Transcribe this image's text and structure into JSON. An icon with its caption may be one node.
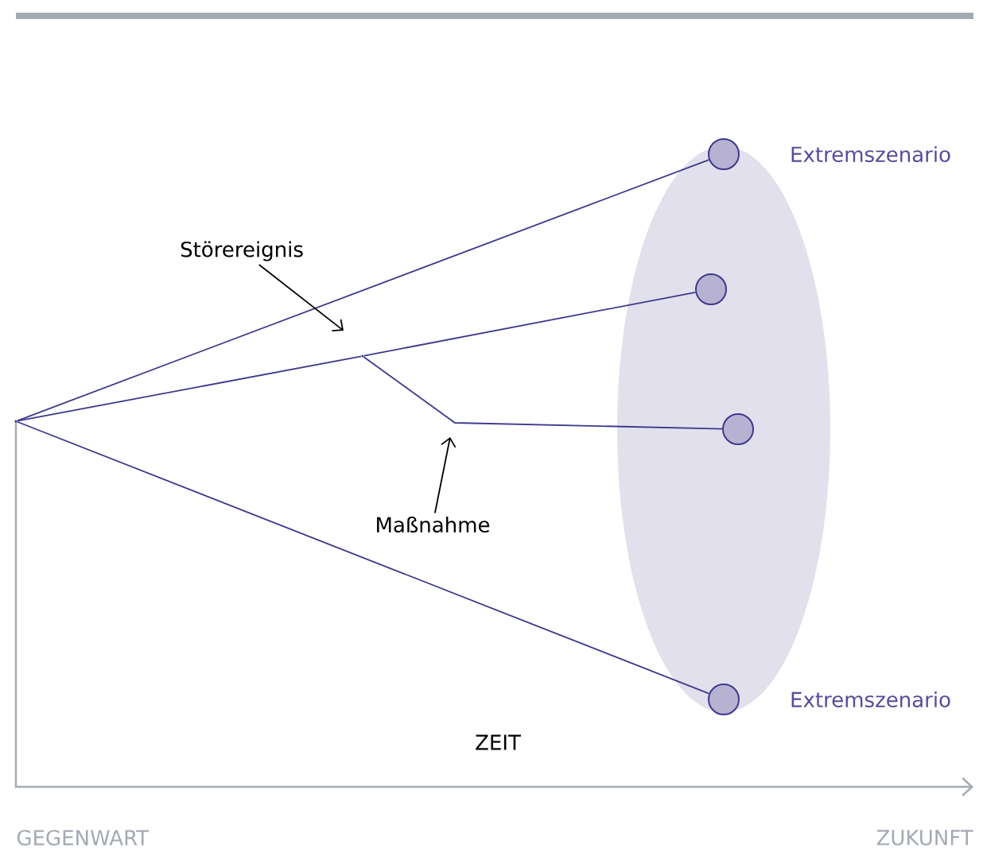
{
  "diagram": {
    "nodes": [
      {
        "text": [],
        "shape": "point"
      },
      {
        "text": [],
        "shape": "circle",
        "beside": [
          "Extremszenario"
        ]
      },
      {
        "text": [],
        "shape": "circle"
      },
      {
        "text": [],
        "shape": "circle"
      },
      {
        "text": [],
        "shape": "circle",
        "beside": [
          "Extremszenario"
        ]
      },
      {
        "text": [],
        "shape": "point"
      },
      {
        "text": [
          "Störereignis"
        ]
      },
      {
        "text": [
          "Maßnahme"
        ]
      }
    ],
    "edges": [
      {
        "from": 0,
        "to": 1,
        "arrow": "none"
      },
      {
        "from": 0,
        "to": 5,
        "arrow": "none"
      },
      {
        "from": 5,
        "to": 2,
        "arrow": "none"
      },
      {
        "from": 5,
        "to": 3,
        "arrow": "none"
      },
      {
        "from": 0,
        "to": 4,
        "arrow": "none"
      },
      {
        "from": 6,
        "to": null,
        "arrow": "to",
        "color": "#000000"
      },
      {
        "from": 7,
        "to": null,
        "arrow": "to",
        "color": "#000000"
      }
    ],
    "labels": [
      "ZEIT",
      "GEGENWART",
      "ZUKUNFT"
    ]
  }
}
